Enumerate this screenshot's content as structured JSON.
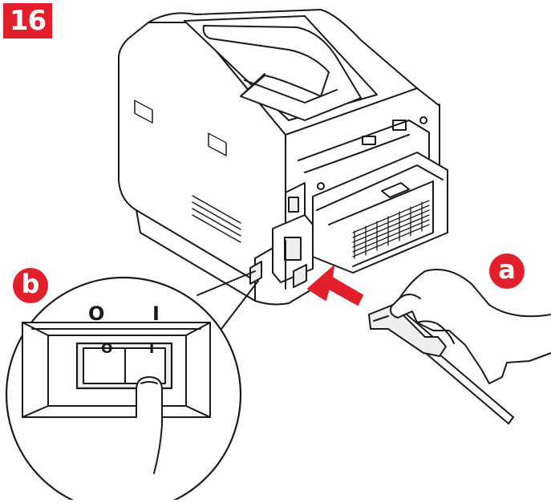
{
  "step": {
    "number": "16"
  },
  "callouts": {
    "a": "a",
    "b": "b"
  },
  "power_switch": {
    "off_label": "O",
    "on_label": "I",
    "rocker_off_mark": "O",
    "rocker_on_mark": "I"
  },
  "colors": {
    "accent": "#e2202c",
    "line": "#1a1a1a",
    "fill_light": "#ffffff",
    "fill_grey": "#eeeeee"
  }
}
